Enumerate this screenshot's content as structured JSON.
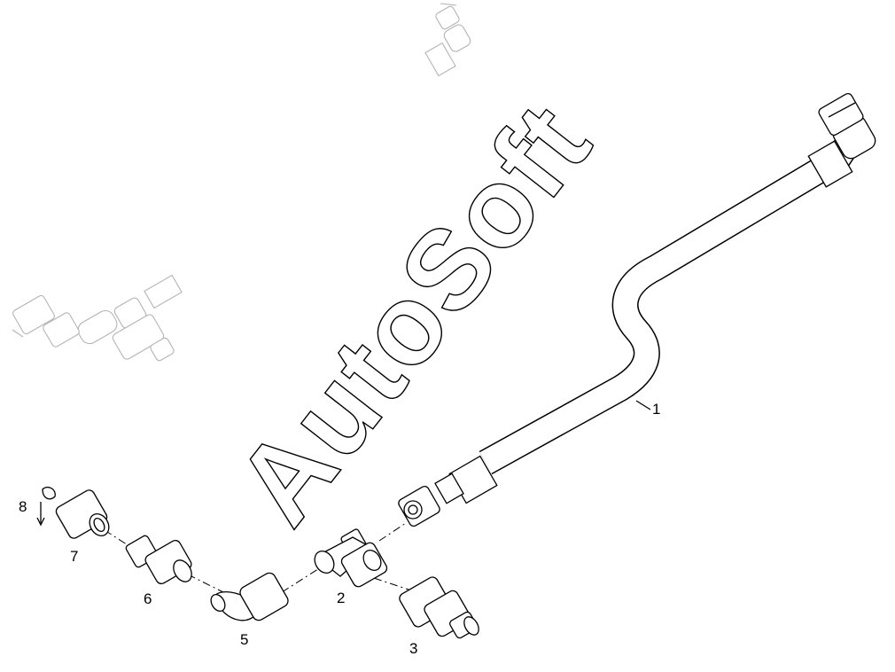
{
  "watermark": {
    "text": "AutoSoft"
  },
  "callouts": [
    {
      "id": "1",
      "label": "1"
    },
    {
      "id": "2",
      "label": "2"
    },
    {
      "id": "3",
      "label": "3"
    },
    {
      "id": "5",
      "label": "5"
    },
    {
      "id": "6",
      "label": "6"
    },
    {
      "id": "7",
      "label": "7"
    },
    {
      "id": "8",
      "label": "8"
    }
  ],
  "colors": {
    "line": "#000000",
    "ghost": "#b4b4b4",
    "background": "#ffffff"
  }
}
